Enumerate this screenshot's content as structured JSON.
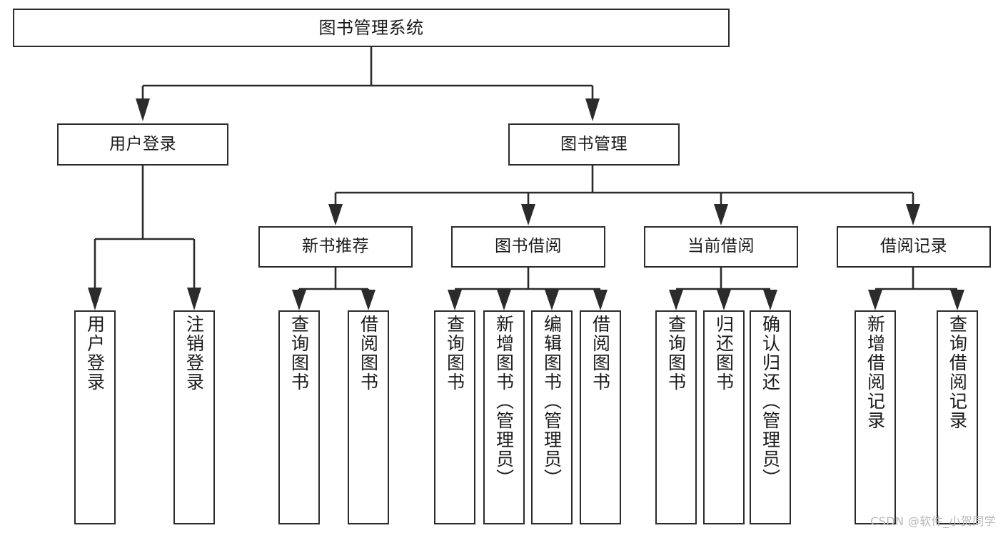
{
  "diagram": {
    "title": "图书管理系统",
    "type": "tree-hierarchy-diagram",
    "colors": {
      "box_border": "#2b2b2b",
      "box_fill": "#ffffff",
      "connector": "#2b2b2b",
      "text": "#1a1a1a",
      "watermark": "#b9b9b9"
    },
    "nodes": {
      "root": {
        "label": "图书管理系统"
      },
      "level1": [
        {
          "label": "用户登录"
        },
        {
          "label": "图书管理"
        }
      ],
      "level2": [
        {
          "label": "新书推荐"
        },
        {
          "label": "图书借阅"
        },
        {
          "label": "当前借阅"
        },
        {
          "label": "借阅记录"
        }
      ],
      "leaves": {
        "user_login": [
          {
            "label": "用户登录"
          },
          {
            "label": "注销登录"
          }
        ],
        "new_book_recommend": [
          {
            "label": "查询图书"
          },
          {
            "label": "借阅图书"
          }
        ],
        "book_borrow": [
          {
            "label": "查询图书"
          },
          {
            "label": "新增图书（管理员）"
          },
          {
            "label": "编辑图书（管理员）"
          },
          {
            "label": "借阅图书"
          }
        ],
        "current_borrow": [
          {
            "label": "查询图书"
          },
          {
            "label": "归还图书"
          },
          {
            "label": "确认归还（管理员）"
          }
        ],
        "borrow_record": [
          {
            "label": "新增借阅记录"
          },
          {
            "label": "查询借阅记录"
          }
        ]
      }
    }
  },
  "watermark": {
    "text": "CSDN @软件_小贺同学"
  }
}
